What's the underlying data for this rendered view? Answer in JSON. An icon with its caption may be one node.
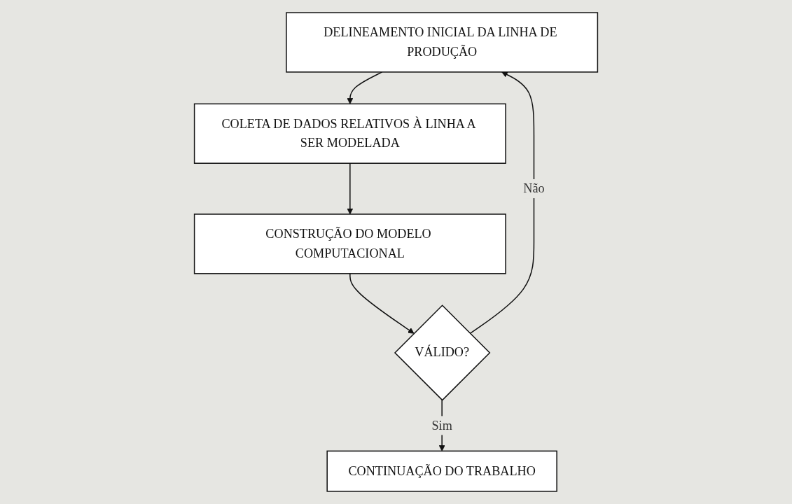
{
  "diagram": {
    "nodes": [
      {
        "text": [
          "DELINEAMENTO INICIAL DA LINHA DE PRODUÇÃO"
        ]
      },
      {
        "text": [
          "COLETA DE DADOS RELATIVOS À LINHA A SER MODELADA"
        ]
      },
      {
        "text": [
          "CONSTRUÇÃO DO MODELO COMPUTACIONAL"
        ]
      },
      {
        "text": [
          "VÁLIDO?"
        ]
      },
      {
        "text": [
          "CONTINUAÇÃO DO TRABALHO"
        ]
      }
    ],
    "edges": [
      {
        "from": 0,
        "to": 1,
        "arrow": "to"
      },
      {
        "from": 1,
        "to": 2,
        "arrow": "to"
      },
      {
        "from": 2,
        "to": 3,
        "arrow": "to"
      },
      {
        "from": 3,
        "to": 4,
        "arrow": "to",
        "label": "Sim"
      },
      {
        "from": 3,
        "to": 0,
        "arrow": "to",
        "label": "Não"
      }
    ]
  }
}
